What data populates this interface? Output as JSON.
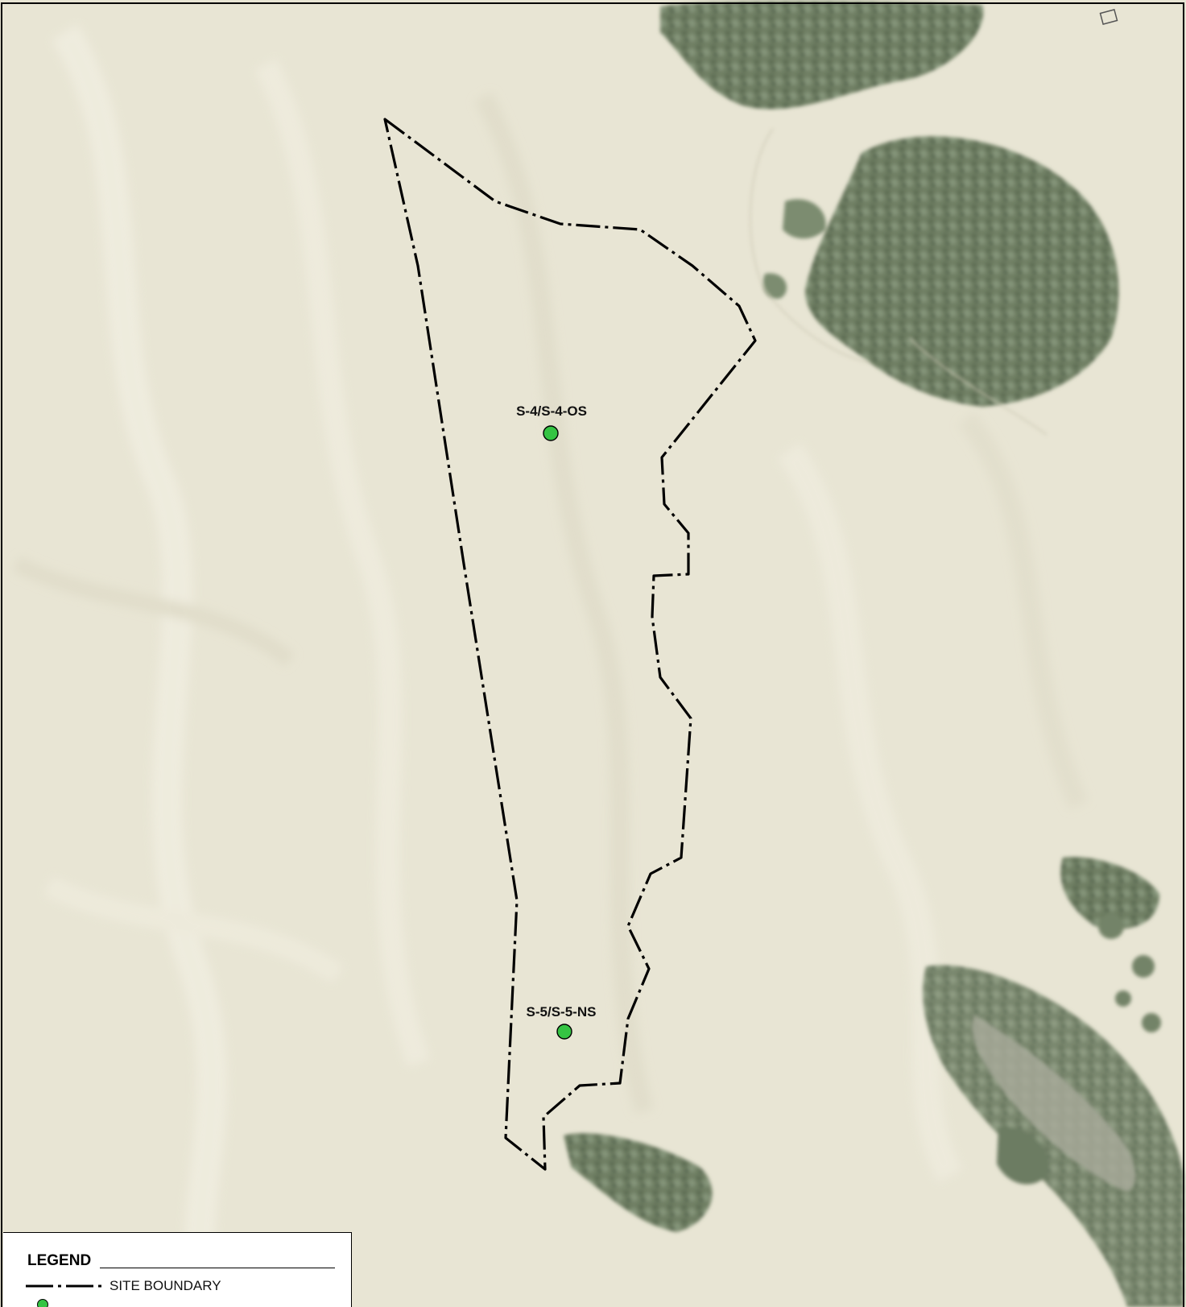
{
  "map": {
    "samples": [
      {
        "id": "S-4/S-4-OS"
      },
      {
        "id": "S-5/S-5-NS"
      }
    ]
  },
  "legend": {
    "title": "LEGEND",
    "items": [
      {
        "symbol": "dash-dot-line",
        "label": "SITE BOUNDARY"
      },
      {
        "symbol": "green-circle",
        "label": ""
      }
    ]
  },
  "colors": {
    "sand": "#e9e6d6",
    "vegetation": "#7e8e74",
    "sample_point": "#35c443",
    "boundary": "#000000"
  }
}
